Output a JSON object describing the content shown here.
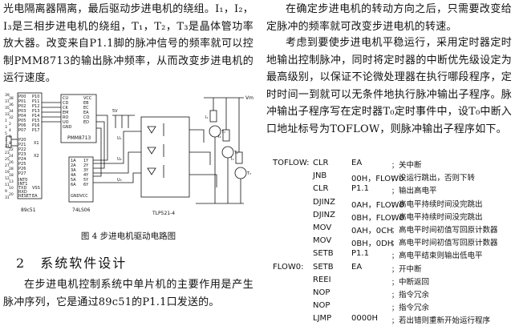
{
  "left": {
    "para1": "光电隔离器隔离，最后驱动步进电机的绕组。I₁，I₂，I₃是三相步进电机的绕组，T₁，T₂，T₃是晶体管功率放大器。改变来自P1.1脚的脉冲信号的频率就可以控制PMM8713的输出脉冲频率，从而改变步进电机的运行速度。",
    "figure_labels": {
      "p00": "P00",
      "p01": "P01",
      "p02": "P02",
      "p03": "P03",
      "p04": "P04",
      "p05": "P05",
      "p06": "P06",
      "p07": "P07",
      "p10": "P10",
      "p11": "P11",
      "p12": "P12",
      "p13": "P13",
      "p14": "P14",
      "p15": "P15",
      "p16": "P16",
      "p17": "P17",
      "p20": "P20",
      "p21": "P21",
      "p22": "P22",
      "p23": "P23",
      "p24": "P24",
      "p25": "P25",
      "p26": "P26",
      "p27": "P27",
      "x1": "X1",
      "x2": "X2",
      "int0": "INT0",
      "int1": "INT1",
      "txd": "TXD",
      "rxd": "RXD",
      "reset": "RESET",
      "vss": "VSS",
      "ea": "EA",
      "cu": "CU",
      "vcc": "VCC",
      "cd": "CD",
      "eb": "EB",
      "ck": "CK",
      "ec": "EC",
      "em": "EM",
      "ea2": "EA",
      "ro": "RO",
      "co": "CO",
      "uo": "UO",
      "ed": "ED",
      "gnd": "GND",
      "chip_pmm": "PMM8713",
      "v5": "5V",
      "a1": "1A",
      "y1": "1Y",
      "a2": "2A",
      "y2": "2Y",
      "a3": "3A",
      "y3": "3Y",
      "a4": "4A",
      "y4": "4Y",
      "a5": "5A",
      "y5": "5Y",
      "a6": "6A",
      "y6": "6Y",
      "gndvcc": "GNDVCC",
      "chip_89c51": "89c51",
      "chip_74ls06": "74LS06",
      "chip_tlp": "TLP521-4",
      "vm": "Vm",
      "i1": "I₁",
      "i2": "I₂",
      "i3": "I₃",
      "t1": "T₁",
      "t2": "T₂",
      "t3": "T₃",
      "u1": "U₁",
      "u2": "U₂",
      "u3": "U₃",
      "nums_left": [
        "39",
        "38",
        "37",
        "36",
        "35",
        "34",
        "33",
        "32",
        "1",
        "2",
        "3",
        "4",
        "5",
        "6",
        "7",
        "8",
        "21",
        "22",
        "23",
        "24",
        "25",
        "26",
        "27",
        "28",
        "19",
        "18",
        "12",
        "13",
        "11",
        "10",
        "9",
        "20",
        "31"
      ]
    },
    "caption": "图 4    步进电机驱动电路图",
    "section_num": "2",
    "section_title": "系统软件设计",
    "para2": "在步进电机控制系统中单片机的主要作用是产生脉冲序列，它是通过89c51的P1.1口发送的。"
  },
  "right": {
    "para1": "在确定步进电机的转动方向之后，只需要改变给定脉冲的频率就可改变步进电机的转速。",
    "para2": "考虑到要使步进电机平稳运行，采用定时器定时地输出控制脉冲，同时将定时器的中断优先级设定为最高级别，以保证不论微处理器在执行哪段程序，定时时间一到就可以无条件地执行脉冲输出子程序。脉冲输出子程序写在定时器T₀定时事件中，设T₀中断入口地址标号为TOFLOW，则脉冲输出子程序如下。",
    "code": [
      {
        "label": "TOFLOW:",
        "op": "CLR",
        "arg": "EA",
        "comment": "关中断"
      },
      {
        "label": "",
        "op": "JNB",
        "arg": "00H，FLOW0",
        "comment": "没运行跳出，否则下转"
      },
      {
        "label": "",
        "op": "CLR",
        "arg": "P1.1",
        "comment": "输出高电平"
      },
      {
        "label": "",
        "op": "DJINZ",
        "arg": "0AH，FLOW0",
        "comment": "高电平持续时间没完跳出"
      },
      {
        "label": "",
        "op": "DJINZ",
        "arg": "0BH，FLOW0",
        "comment": "高电平持续时间没完跳出"
      },
      {
        "label": "",
        "op": "MOV",
        "arg": "0AH，0CH",
        "comment": "高电平时间初值写回原计数器"
      },
      {
        "label": "",
        "op": "MOV",
        "arg": "0BH，0DH",
        "comment": "高电平时间初值写回原计数器"
      },
      {
        "label": "",
        "op": "SETB",
        "arg": "P1.1",
        "comment": "高电平结束则输出低电平"
      },
      {
        "label": "FLOW0:",
        "op": "SETB",
        "arg": "EA",
        "comment": "开中断"
      },
      {
        "label": "",
        "op": "REEI",
        "arg": "",
        "comment": "中断返回"
      },
      {
        "label": "",
        "op": "NOP",
        "arg": "",
        "comment": "指令冗余"
      },
      {
        "label": "",
        "op": "NOP",
        "arg": "",
        "comment": "指令冗余"
      },
      {
        "label": "",
        "op": "LJMP",
        "arg": "0000H",
        "comment": "若出错则重新开始运行程序"
      }
    ]
  }
}
